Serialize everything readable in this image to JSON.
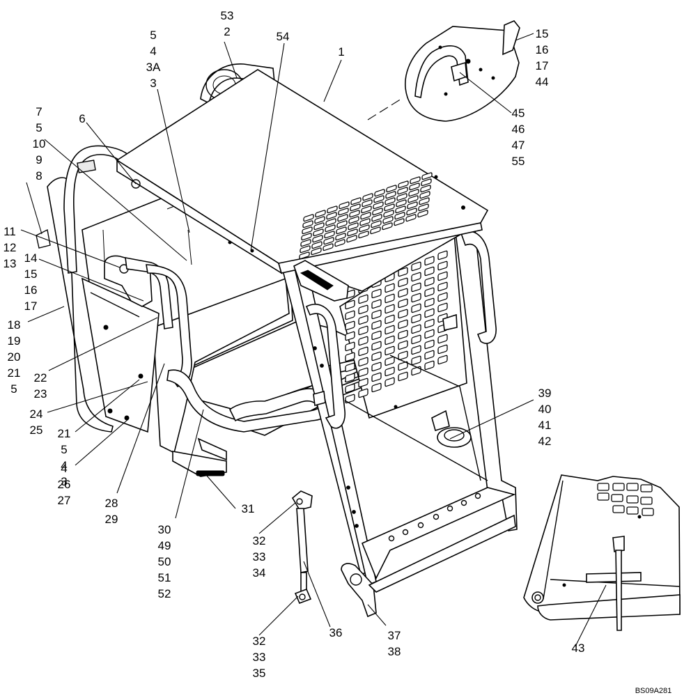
{
  "figure_id": "BS09A281",
  "callouts": [
    {
      "key": "c_53_2",
      "lines": [
        "53",
        "2"
      ]
    },
    {
      "key": "c_54",
      "lines": [
        "54"
      ]
    },
    {
      "key": "c_1",
      "lines": [
        "1"
      ]
    },
    {
      "key": "c_5_4_3a_3",
      "lines": [
        "5",
        "4",
        "3A",
        "3"
      ]
    },
    {
      "key": "c_6",
      "lines": [
        "6"
      ]
    },
    {
      "key": "c_7_5_10_9_8",
      "lines": [
        "7",
        "5",
        "10",
        "9",
        "8"
      ]
    },
    {
      "key": "c_11_12_13",
      "lines": [
        "11",
        "12",
        "13"
      ]
    },
    {
      "key": "c_14_15_16_17",
      "lines": [
        "14",
        "15",
        "16",
        "17"
      ]
    },
    {
      "key": "c_18_19_20_21_5",
      "lines": [
        "18",
        "19",
        "20",
        "21",
        "5"
      ]
    },
    {
      "key": "c_22_23",
      "lines": [
        "22",
        "23"
      ]
    },
    {
      "key": "c_24_25",
      "lines": [
        "24",
        "25"
      ]
    },
    {
      "key": "c_21_5_4_3",
      "lines": [
        "21",
        "5",
        "4",
        "3"
      ]
    },
    {
      "key": "c_4_26_27",
      "lines": [
        "4",
        "26",
        "27"
      ]
    },
    {
      "key": "c_28_29",
      "lines": [
        "28",
        "29"
      ]
    },
    {
      "key": "c_30_49_50_51_52",
      "lines": [
        "30",
        "49",
        "50",
        "51",
        "52"
      ]
    },
    {
      "key": "c_31",
      "lines": [
        "31"
      ]
    },
    {
      "key": "c_32_33_34",
      "lines": [
        "32",
        "33",
        "34"
      ]
    },
    {
      "key": "c_32_33_35",
      "lines": [
        "32",
        "33",
        "35"
      ]
    },
    {
      "key": "c_36",
      "lines": [
        "36"
      ]
    },
    {
      "key": "c_37_38",
      "lines": [
        "37",
        "38"
      ]
    },
    {
      "key": "c_39_40_41_42",
      "lines": [
        "39",
        "40",
        "41",
        "42"
      ]
    },
    {
      "key": "c_43",
      "lines": [
        "43"
      ]
    },
    {
      "key": "c_15_16_17_44",
      "lines": [
        "15",
        "16",
        "17",
        "44"
      ]
    },
    {
      "key": "c_45_46_47_55",
      "lines": [
        "45",
        "46",
        "47",
        "55"
      ]
    }
  ]
}
